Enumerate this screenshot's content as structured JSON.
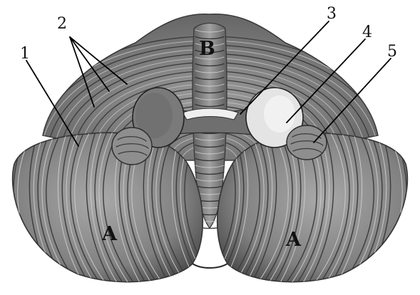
{
  "figure": {
    "labels": {
      "n1": "1",
      "n2": "2",
      "n3": "3",
      "n4": "4",
      "n5": "5",
      "a_left": "A",
      "a_right": "A",
      "b": "B"
    },
    "colors": {
      "background": "#ffffff",
      "tissue_dark": "#5a5a5a",
      "tissue_mid": "#8a8a8a",
      "tissue_light": "#b4b4b4",
      "cut_surface_left": "#7c7c7c",
      "cut_surface_right": "#e6e6e6",
      "groove": "#2e2e2e"
    }
  }
}
